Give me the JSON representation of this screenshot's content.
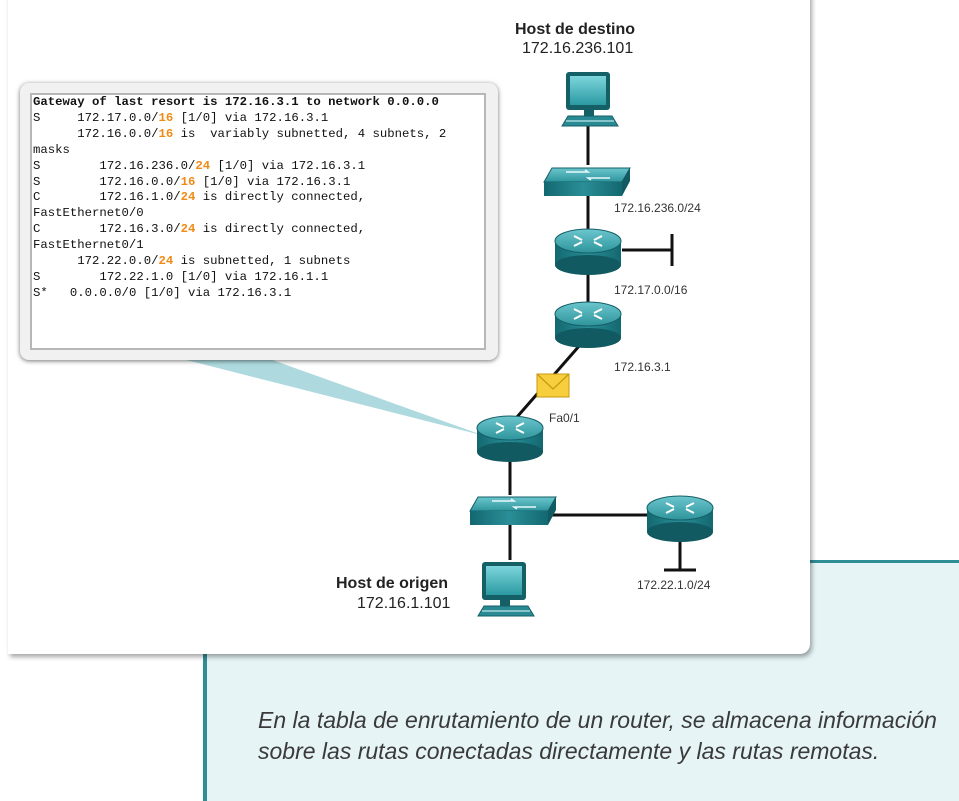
{
  "diagram": {
    "destination_host": {
      "title": "Host de destino",
      "ip": "172.16.236.101"
    },
    "source_host": {
      "title": "Host de origen",
      "ip": "172.16.1.101"
    },
    "links": {
      "net_236": "172.16.236.0/24",
      "net_17": "172.17.0.0/16",
      "router_ip": "172.16.3.1",
      "interface": "Fa0/1",
      "net_22": "172.22.1.0/24"
    }
  },
  "routing_table": {
    "header": "Gateway of last resort is 172.16.3.1 to network 0.0.0.0",
    "lines": [
      {
        "type": "S",
        "pre": "172.17.0.0/",
        "mask": "16",
        "post": " [1/0] via 172.16.3.1"
      },
      {
        "type": "",
        "pre": "172.16.0.0/",
        "mask": "16",
        "post": " is  variably subnetted, 4 subnets, 2 masks"
      },
      {
        "type": "S",
        "pre": "   172.16.236.0/",
        "mask": "24",
        "post": " [1/0] via 172.16.3.1"
      },
      {
        "type": "S",
        "pre": "   172.16.0.0/",
        "mask": "16",
        "post": " [1/0] via 172.16.3.1"
      },
      {
        "type": "C",
        "pre": "   172.16.1.0/",
        "mask": "24",
        "post": " is directly connected, FastEthernet0/0"
      },
      {
        "type": "C",
        "pre": "   172.16.3.0/",
        "mask": "24",
        "post": " is directly connected, FastEthernet0/1"
      },
      {
        "type": "",
        "pre": "172.22.0.0/",
        "mask": "24",
        "post": " is subnetted, 1 subnets"
      },
      {
        "type": "S",
        "pre": "   172.22.1.0 [1/0] via 172.16.1.1",
        "mask": "",
        "post": ""
      },
      {
        "type": "S*",
        "pre": "0.0.0.0/0 [1/0] via 172.16.3.1",
        "mask": "",
        "post": ""
      }
    ]
  },
  "caption": "En la tabla de enrutamiento de un router, se almacena información sobre las rutas conectadas directamente y las rutas remotas.",
  "colors": {
    "device": "#1f7d86",
    "device_light": "#4fb6be",
    "highlight": "#f08a16",
    "accent": "#2f8d96",
    "panel": "#e6f4f6",
    "envelope": "#f7cf3c"
  },
  "icons": [
    "pc-icon",
    "switch-icon",
    "router-icon",
    "envelope-icon"
  ]
}
